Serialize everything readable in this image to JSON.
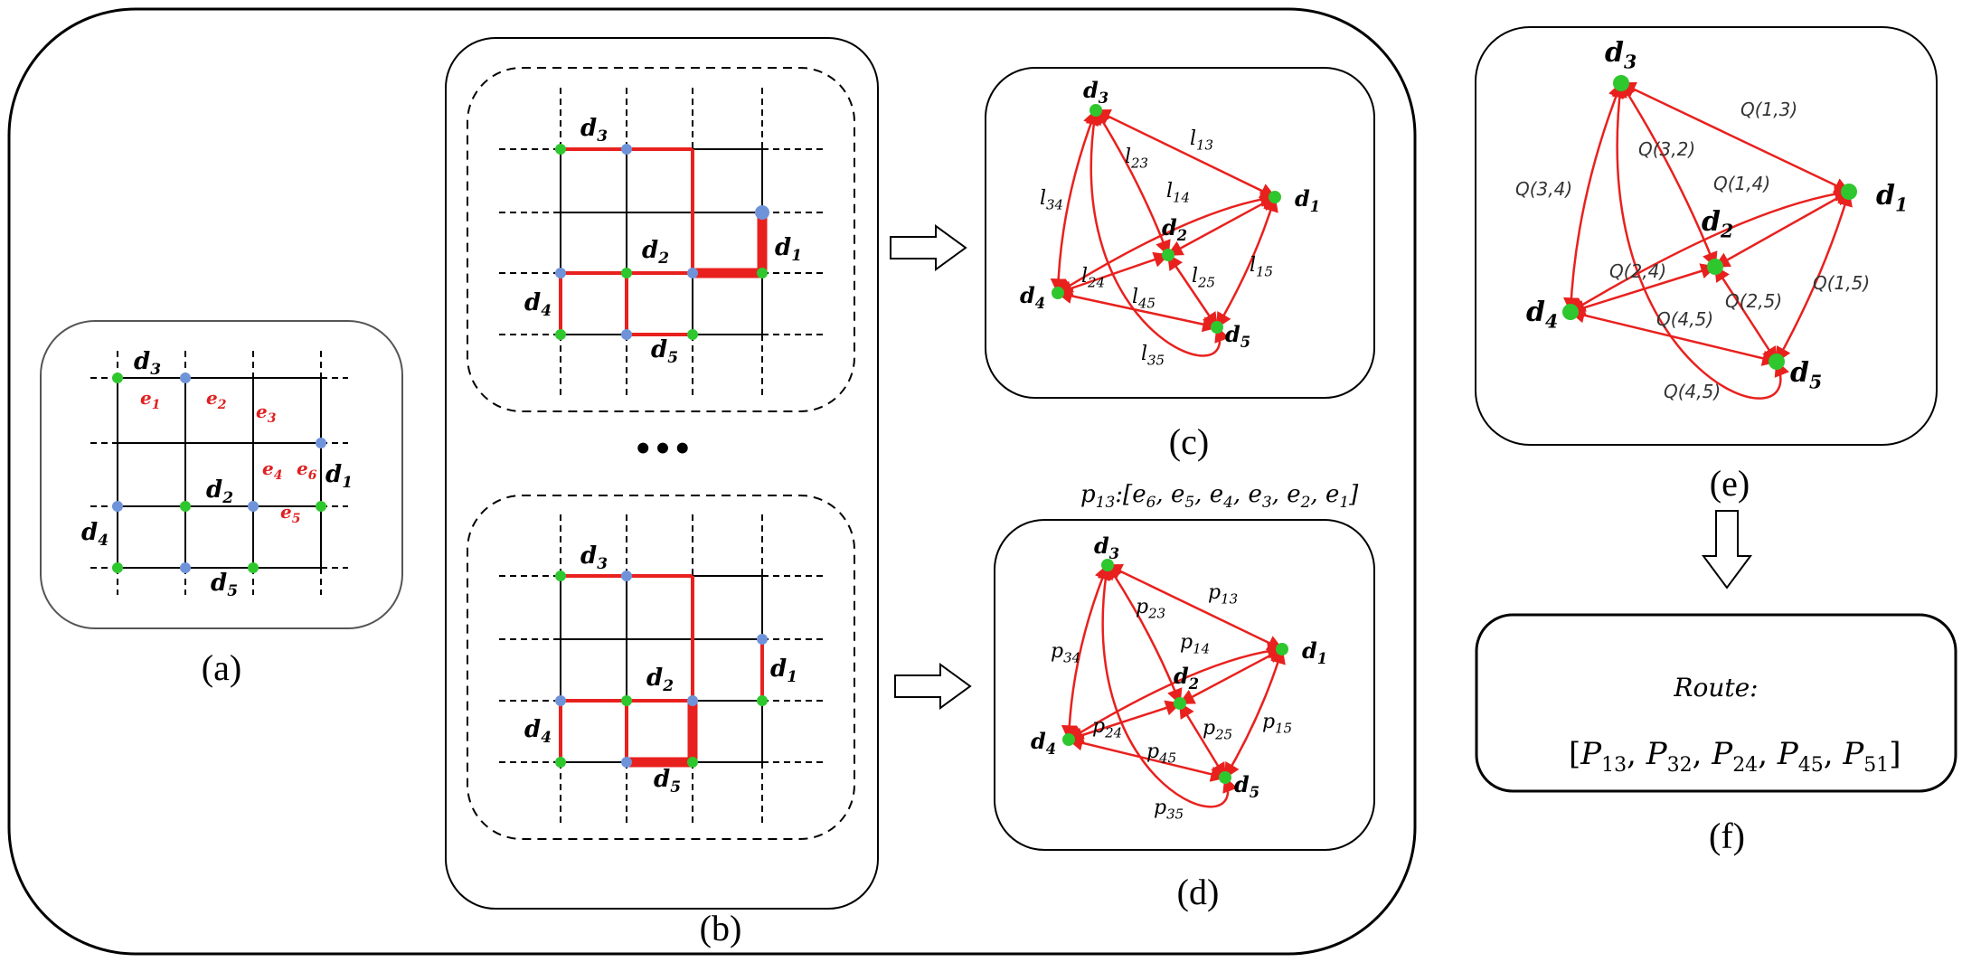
{
  "panels": {
    "a": {
      "caption": "(a)",
      "labels": {
        "d1": "d",
        "d1_sub": "1",
        "d2": "d",
        "d2_sub": "2",
        "d3": "d",
        "d3_sub": "3",
        "d4": "d",
        "d4_sub": "4",
        "d5": "d",
        "d5_sub": "5"
      },
      "edges": [
        {
          "base": "e",
          "sub": "1"
        },
        {
          "base": "e",
          "sub": "2"
        },
        {
          "base": "e",
          "sub": "3"
        },
        {
          "base": "e",
          "sub": "4"
        },
        {
          "base": "e",
          "sub": "5"
        },
        {
          "base": "e",
          "sub": "6"
        }
      ]
    },
    "b": {
      "caption": "(b)",
      "ellipsis": "•••",
      "labels": {
        "d": "d",
        "s1": "1",
        "s2": "2",
        "s3": "3",
        "s4": "4",
        "s5": "5"
      }
    },
    "c": {
      "caption": "(c)",
      "nodes": {
        "d": "d",
        "s1": "1",
        "s2": "2",
        "s3": "3",
        "s4": "4",
        "s5": "5"
      },
      "edges": [
        {
          "base": "l",
          "sub": "13"
        },
        {
          "base": "l",
          "sub": "23"
        },
        {
          "base": "l",
          "sub": "14"
        },
        {
          "base": "l",
          "sub": "34"
        },
        {
          "base": "l",
          "sub": "24"
        },
        {
          "base": "l",
          "sub": "25"
        },
        {
          "base": "l",
          "sub": "15"
        },
        {
          "base": "l",
          "sub": "45"
        },
        {
          "base": "l",
          "sub": "35"
        }
      ]
    },
    "d": {
      "caption": "(d)",
      "path_title": "p",
      "path_title_sub": "13",
      "path_title_rest": ":[e",
      "path_seq": [
        {
          "base": "e",
          "sub": "6"
        },
        {
          "base": "e",
          "sub": "5"
        },
        {
          "base": "e",
          "sub": "4"
        },
        {
          "base": "e",
          "sub": "3"
        },
        {
          "base": "e",
          "sub": "2"
        },
        {
          "base": "e",
          "sub": "1"
        }
      ],
      "edges": [
        {
          "base": "p",
          "sub": "13"
        },
        {
          "base": "p",
          "sub": "23"
        },
        {
          "base": "p",
          "sub": "14"
        },
        {
          "base": "p",
          "sub": "34"
        },
        {
          "base": "p",
          "sub": "24"
        },
        {
          "base": "p",
          "sub": "25"
        },
        {
          "base": "p",
          "sub": "15"
        },
        {
          "base": "p",
          "sub": "45"
        },
        {
          "base": "p",
          "sub": "35"
        }
      ]
    },
    "e": {
      "caption": "(e)",
      "edges": [
        "Q(1,3)",
        "Q(3,2)",
        "Q(1,4)",
        "Q(3,4)",
        "Q(2,4)",
        "Q(2,5)",
        "Q(1,5)",
        "Q(4,5)",
        "Q(4,5)"
      ]
    },
    "f": {
      "caption": "(f)",
      "route_title": "Route:",
      "route": [
        {
          "base": "P",
          "sub": "13"
        },
        {
          "base": "P",
          "sub": "32"
        },
        {
          "base": "P",
          "sub": "24"
        },
        {
          "base": "P",
          "sub": "45"
        },
        {
          "base": "P",
          "sub": "51"
        }
      ]
    }
  },
  "colors": {
    "red": "#e8211e",
    "green": "#2ec72e",
    "blue": "#6f93d9",
    "black": "#000000"
  }
}
